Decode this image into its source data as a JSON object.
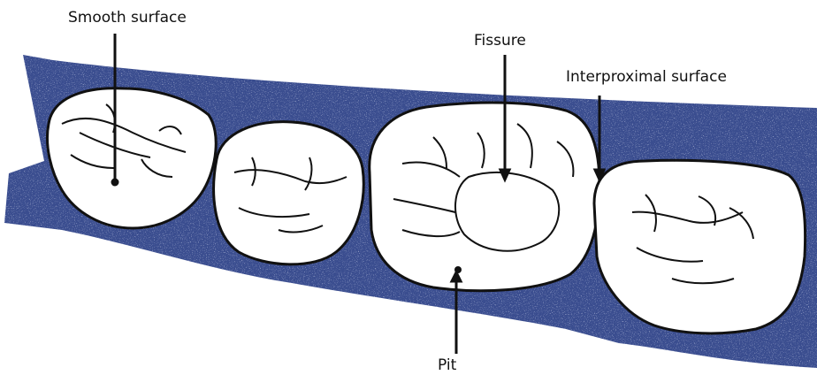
{
  "labels": {
    "smooth_surface": "Smooth surface",
    "fissure": "Fissure",
    "interproximal_surface": "Interproximal surface",
    "pit": "Pit"
  },
  "colors": {
    "gum": "#3a4d8f",
    "gum_speckle": "#9aa6cf",
    "tooth_fill": "#ffffff",
    "outline": "#111111"
  }
}
